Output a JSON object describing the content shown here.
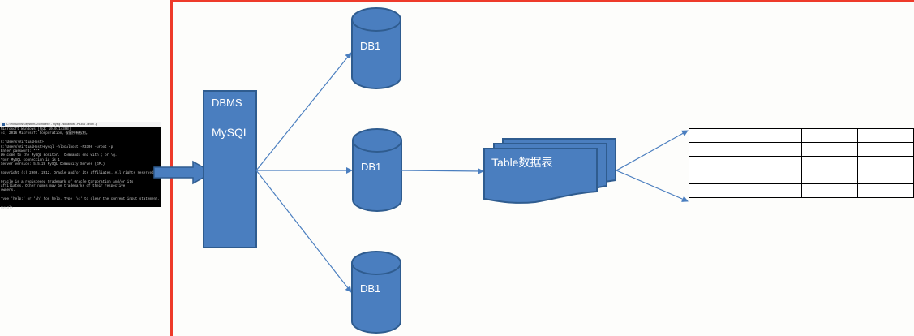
{
  "terminal": {
    "title": "C:\\WINDOWS\\system32\\cmd.exe - mysql -hlocalhost -P3306 -uroot -p",
    "lines": [
      "Microsoft Windows [版本 10.0.14393]",
      "(c) 2016 Microsoft Corporation。保留所有权利。",
      "",
      "C:\\Users\\VirtualHost>",
      "C:\\Users\\VirtualHost>mysql -hlocalhost -P3306 -uroot -p",
      "Enter password: ***",
      "Welcome to the MySQL monitor.  Commands end with ; or \\g.",
      "Your MySQL connection id is 1",
      "Server version: 5.5.28 MySQL Community Server (GPL)",
      "",
      "Copyright (c) 2000, 2012, Oracle and/or its affiliates. All rights reserved.",
      "",
      "Oracle is a registered trademark of Oracle Corporation and/or its",
      "affiliates. Other names may be trademarks of their respective",
      "owners.",
      "",
      "Type 'help;' or '\\h' for help. Type '\\c' to clear the current input statement.",
      "",
      "mysql> _"
    ]
  },
  "dbms": {
    "label_line1": "DBMS",
    "label_line2": "MySQL"
  },
  "databases": [
    {
      "label": "DB1"
    },
    {
      "label": "DB1"
    },
    {
      "label": "DB1"
    }
  ],
  "table_shape": {
    "label": "Table数据表"
  },
  "grid": {
    "rows": 5,
    "cols": 4
  },
  "colors": {
    "shape_fill": "#4a7ebf",
    "shape_stroke": "#2f5c8f",
    "connector": "#4a7ebf",
    "frame_red": "#ee3a2a"
  }
}
